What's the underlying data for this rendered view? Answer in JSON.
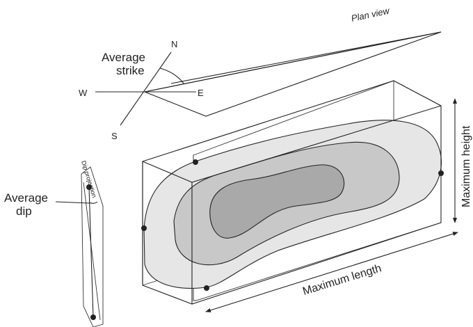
{
  "labels": {
    "plan_view": "Plan view",
    "average_strike_line1": "Average",
    "average_strike_line2": "strike",
    "north": "N",
    "south": "S",
    "east": "E",
    "west": "W",
    "dip_projection": "Dip projection",
    "average_dip_line1": "Average",
    "average_dip_line2": "dip",
    "maximum_height": "Maximum height",
    "maximum_length": "Maximum length"
  },
  "colors": {
    "outer_zone": "#e6e6e6",
    "middle_zone": "#c8c8c8",
    "inner_zone": "#a9a9a9",
    "line": "#222222"
  }
}
